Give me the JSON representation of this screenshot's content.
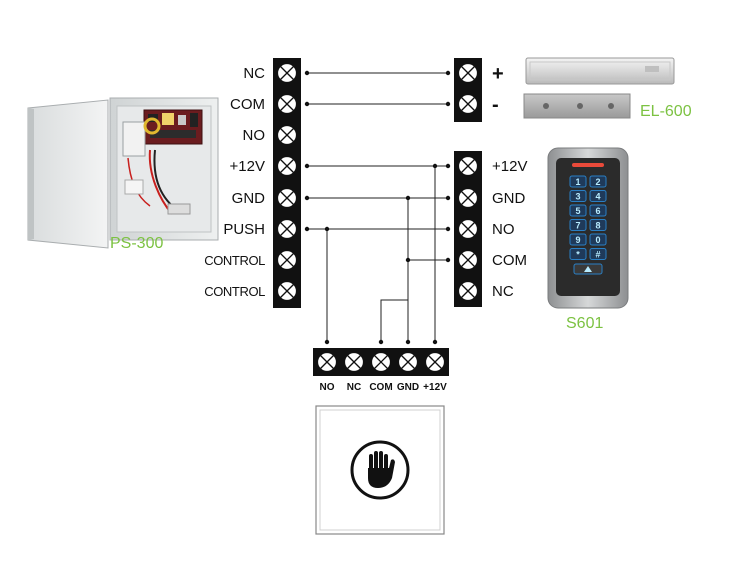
{
  "devices": {
    "power_supply": "PS-300",
    "lock": "EL-600",
    "keypad": "S601"
  },
  "power_supply_terminals": [
    "NC",
    "COM",
    "NO",
    "+12V",
    "GND",
    "PUSH",
    "CONTROL",
    "CONTROL"
  ],
  "lock_terminals": [
    "+",
    "-"
  ],
  "keypad_terminals": [
    "+12V",
    "GND",
    "NO",
    "COM",
    "NC"
  ],
  "exit_button_terminals": [
    "NO",
    "NC",
    "COM",
    "GND",
    "+12V"
  ],
  "keypad_keys": [
    "1",
    "2",
    "3",
    "4",
    "5",
    "6",
    "7",
    "8",
    "9",
    "0",
    "*",
    "#"
  ],
  "colors": {
    "label_green": "#7cc242",
    "terminal_strip": "#111111",
    "wire": "#222222",
    "keypad_key": "#2a7fc4"
  },
  "icons": {
    "exit_button": "hand-icon"
  }
}
